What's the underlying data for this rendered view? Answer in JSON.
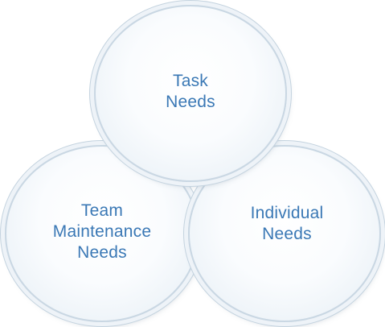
{
  "diagram": {
    "circles": [
      {
        "id": "task",
        "label": "Task\nNeeds"
      },
      {
        "id": "team",
        "label": "Team\nMaintenance\nNeeds"
      },
      {
        "id": "individual",
        "label": "Individual\nNeeds"
      }
    ]
  },
  "colors": {
    "text": "#3a78b5",
    "circle_fill": "#f6f9fc",
    "circle_border": "#c9d7e3"
  }
}
